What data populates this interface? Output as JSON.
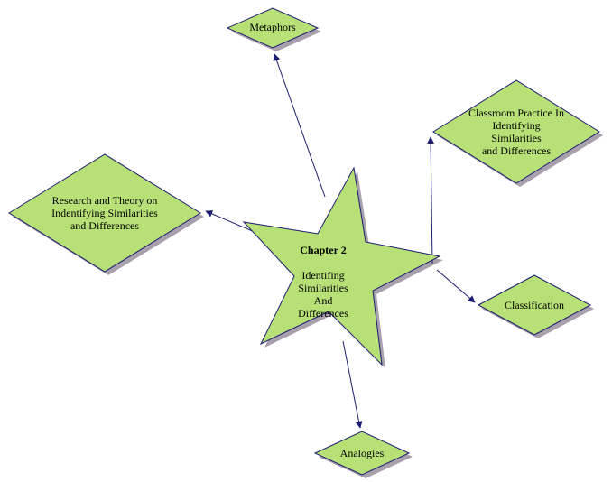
{
  "diagram": {
    "colors": {
      "node_fill": "#b7e077",
      "node_border": "#1c1c70",
      "shadow": "#a9a0ad",
      "arrow": "#1c1c70",
      "text": "#000000",
      "background": "#ffffff"
    },
    "center": {
      "title": "Chapter 2",
      "body": "Identifing\nSimilarities\nAnd\nDifferences"
    },
    "nodes": {
      "metaphors": {
        "label": "Metaphors"
      },
      "classroom_practice": {
        "label": "Classroom Practice In\nIdentifying Similarities\nand Differences"
      },
      "classification": {
        "label": "Classification"
      },
      "analogies": {
        "label": "Analogies"
      },
      "research_theory": {
        "label": "Research and Theory on\nIndentifying Similarities\nand Differences"
      }
    }
  }
}
